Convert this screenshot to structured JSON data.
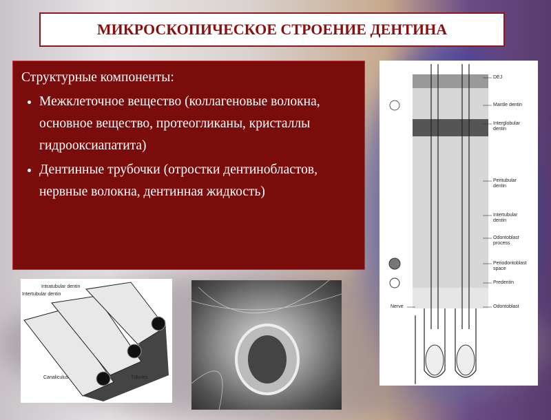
{
  "title": "МИКРОСКОПИЧЕСКОЕ СТРОЕНИЕ ДЕНТИНА",
  "content": {
    "heading": "Структурные компоненты:",
    "bullets": [
      "Межклеточное вещество (коллагеновые волокна, основное вещество, протеогликаны, кристаллы гидрооксиапатита)",
      "Дентинные трубочки (отростки дентинобластов, нервные волокна, дентинная жидкость)"
    ]
  },
  "figure_left": {
    "labels": [
      "Intratubular dentin",
      "Intertubular dentin",
      "Canaliculus",
      "Tubules"
    ]
  },
  "figure_right": {
    "labels": [
      "DEJ",
      "Mantle dentin",
      "Interglobular dentin",
      "Peritubular dentin",
      "Intertubular dentin",
      "Odontoblast process",
      "Periodontoblast space",
      "Predentin",
      "Nerve",
      "Odontoblast"
    ]
  },
  "colors": {
    "title_text": "#8b0f0f",
    "content_bg": "#7b0c0c"
  }
}
